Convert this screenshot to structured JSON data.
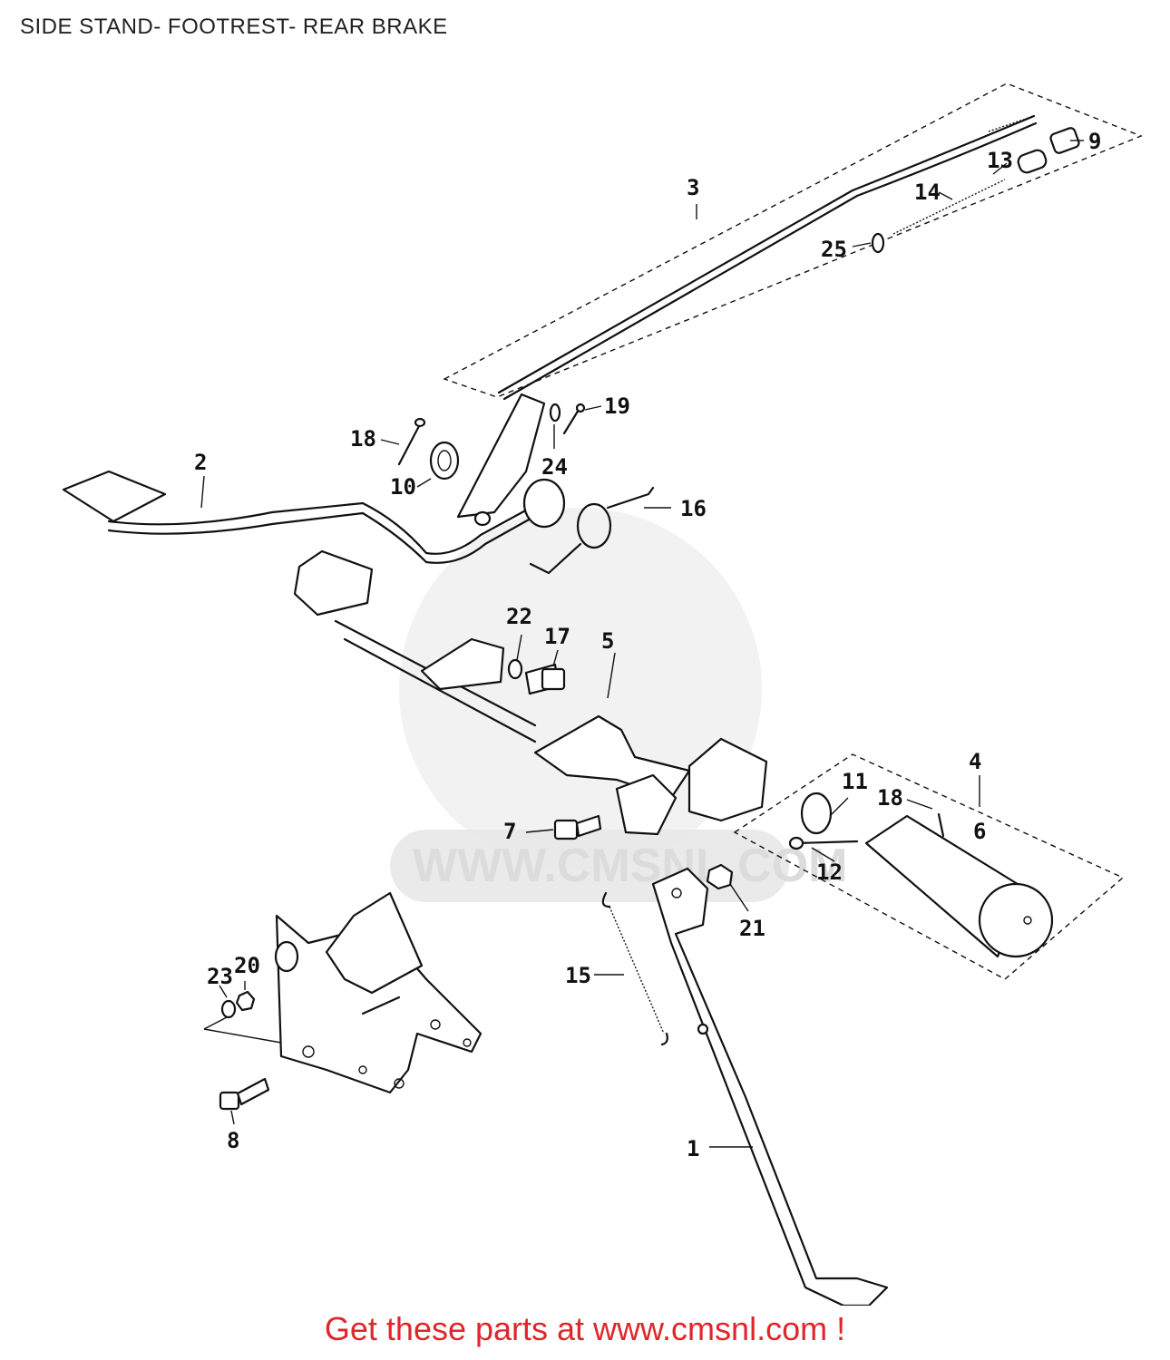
{
  "title": "SIDE STAND- FOOTREST- REAR BRAKE",
  "footer": "Get these parts at www.cmsnl.com !",
  "watermark": "WWW.CMSNL.COM",
  "callouts": [
    "1",
    "2",
    "3",
    "4",
    "5",
    "6",
    "7",
    "8",
    "9",
    "10",
    "11",
    "12",
    "13",
    "14",
    "15",
    "16",
    "17",
    "18",
    "19",
    "20",
    "21",
    "22",
    "23",
    "24",
    "25"
  ],
  "callout_18_second": "18",
  "colors": {
    "footer_text": "#e0262b",
    "line_art": "#111111",
    "watermark": "#e2e2e2"
  }
}
